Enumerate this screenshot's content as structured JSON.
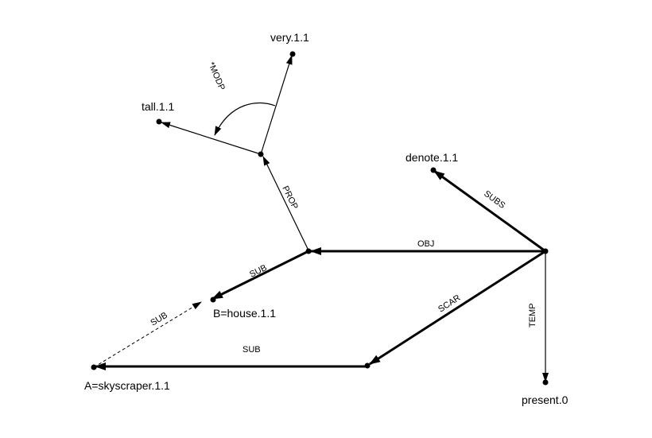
{
  "diagram": {
    "nodes": {
      "very": "very.1.1",
      "tall": "tall.1.1",
      "denote": "denote.1.1",
      "house": "B=house.1.1",
      "skyscraper": "A=skyscraper.1.1",
      "present": "present.0"
    },
    "edges": {
      "modp": "*MODP",
      "prop": "PROP",
      "subs": "SUBS",
      "obj": "OBJ",
      "sub_house": "SUB",
      "sub_dashed": "SUB",
      "scar": "SCAR",
      "temp": "TEMP",
      "sub_bottom": "SUB"
    }
  }
}
